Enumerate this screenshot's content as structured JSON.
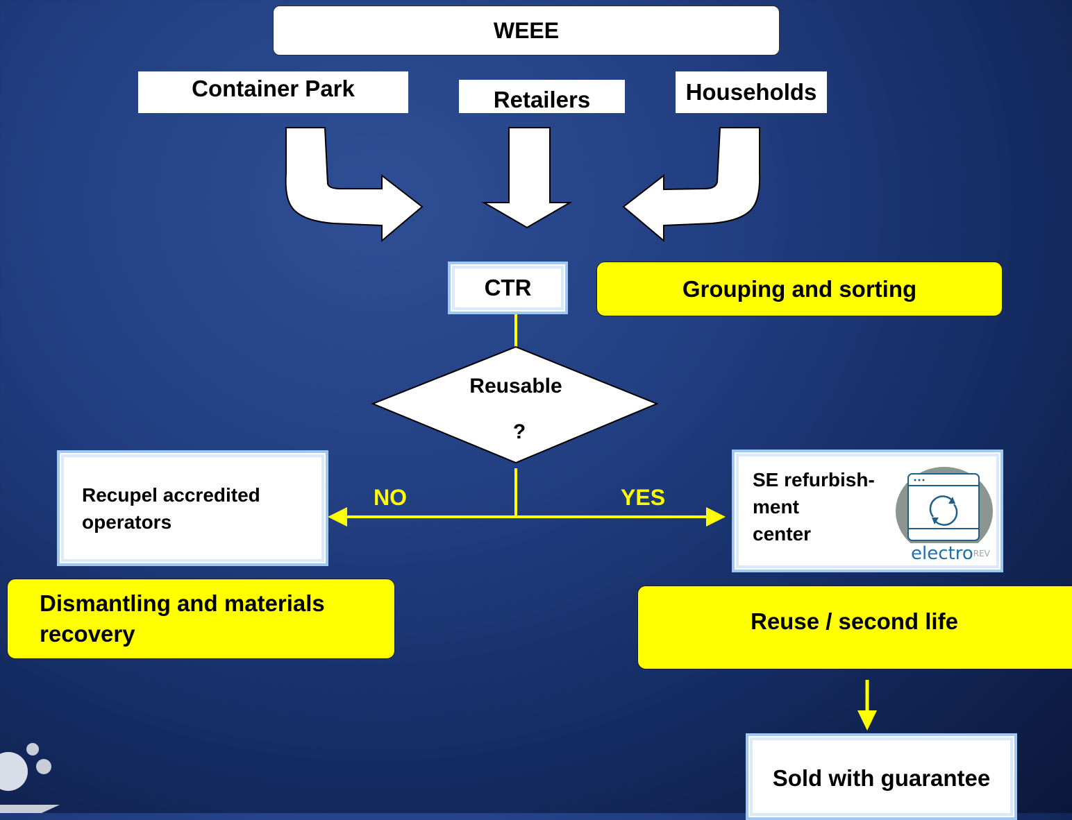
{
  "weee": "WEEE",
  "sources": {
    "container_park": "Container Park",
    "retailers": "Retailers",
    "households": "Households"
  },
  "ctr": "CTR",
  "grouping": "Grouping and sorting",
  "decision": {
    "line1": "Reusable",
    "line2": "?"
  },
  "branches": {
    "no": "NO",
    "yes": "YES"
  },
  "recupel": {
    "line1": "Recupel accredited",
    "line2": "operators"
  },
  "se_center": {
    "line1": "SE refurbish-",
    "line2": "ment",
    "line3": "center"
  },
  "logo": {
    "text": "electro",
    "superscript": "REV"
  },
  "dismantling": {
    "line1": "Dismantling and materials",
    "line2": "recovery"
  },
  "reuse": "Reuse / second life",
  "sold": "Sold with guarantee",
  "colors": {
    "accent_yellow": "#ffff00",
    "box_border_blue": "#9fc8f2",
    "background": "#1e3a7a"
  }
}
